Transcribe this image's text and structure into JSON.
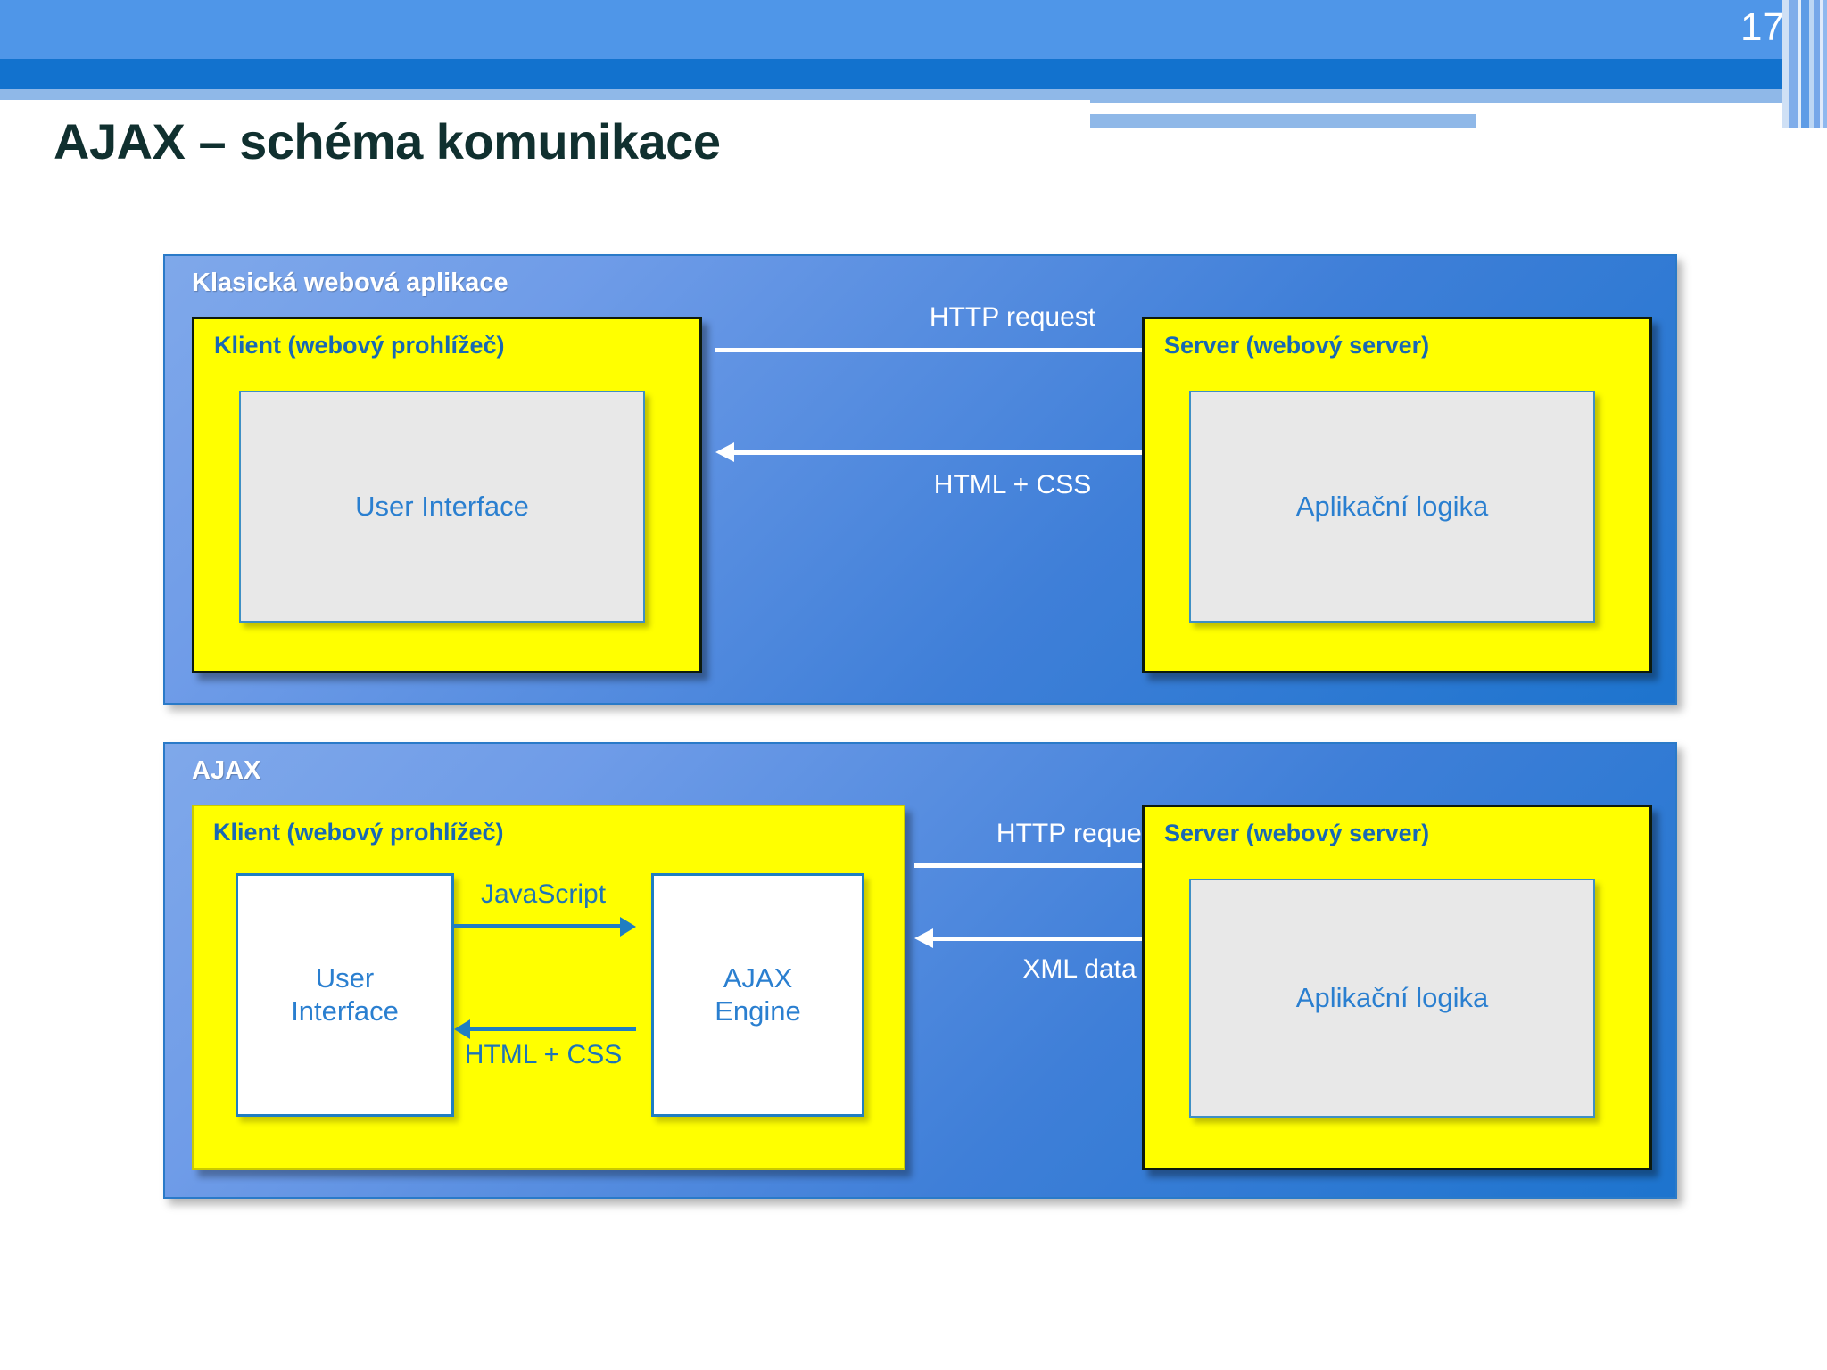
{
  "slide": {
    "page_number": "17",
    "title": "AJAX – schéma komunikace"
  },
  "colors": {
    "header_light_blue": "#4f96e8",
    "header_dark_blue": "#1272ce",
    "header_pale_blue": "#8fb8e8",
    "title_text": "#10302f",
    "panel_blue_start": "#7fa8ea",
    "panel_blue_end": "#1d74ce",
    "box_yellow": "#ffff00",
    "box_gray": "#e8e8e8",
    "label_blue": "#1868b4",
    "content_blue": "#2a7fd0",
    "arrow_white": "#ffffff",
    "arrow_blue": "#1f7ec2"
  },
  "diagram": {
    "classic": {
      "panel_title": "Klasická webová aplikace",
      "client": {
        "title": "Klient (webový prohlížeč)",
        "inner_label": "User Interface"
      },
      "server": {
        "title": "Server (webový server)",
        "inner_label": "Aplikační logika"
      },
      "arrows": [
        {
          "label": "HTTP request",
          "direction": "right",
          "color": "white"
        },
        {
          "label": "HTML + CSS",
          "direction": "left",
          "color": "white"
        }
      ]
    },
    "ajax": {
      "panel_title": "AJAX",
      "client": {
        "title": "Klient (webový prohlížeč)",
        "ui_label_line1": "User",
        "ui_label_line2": "Interface",
        "engine_label_line1": "AJAX",
        "engine_label_line2": "Engine"
      },
      "server": {
        "title": "Server (webový server)",
        "inner_label": "Aplikační logika"
      },
      "inner_arrows": [
        {
          "label": "JavaScript",
          "direction": "right",
          "color": "blue"
        },
        {
          "label": "HTML + CSS",
          "direction": "left",
          "color": "blue"
        }
      ],
      "outer_arrows": [
        {
          "label": "HTTP request",
          "direction": "right",
          "color": "white"
        },
        {
          "label": "XML data",
          "direction": "left",
          "color": "white"
        }
      ]
    }
  }
}
